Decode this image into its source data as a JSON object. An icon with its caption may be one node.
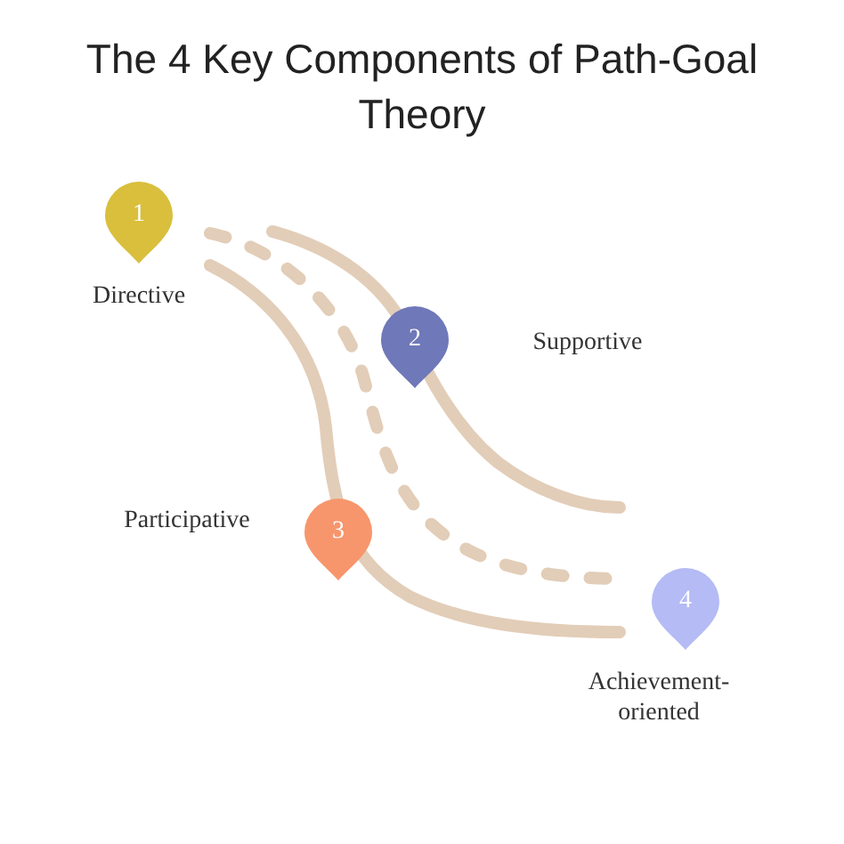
{
  "diagram": {
    "title": "The 4 Key Components of Path-Goal Theory",
    "nodes": [
      {
        "text": [
          "1"
        ],
        "beside": [
          "Directive"
        ]
      },
      {
        "text": [
          "2"
        ],
        "beside": [
          "Supportive"
        ]
      },
      {
        "text": [
          "3"
        ],
        "beside": [
          "Participative"
        ]
      },
      {
        "text": [
          "4"
        ],
        "beside": [
          "Achievement-oriented"
        ]
      }
    ]
  }
}
